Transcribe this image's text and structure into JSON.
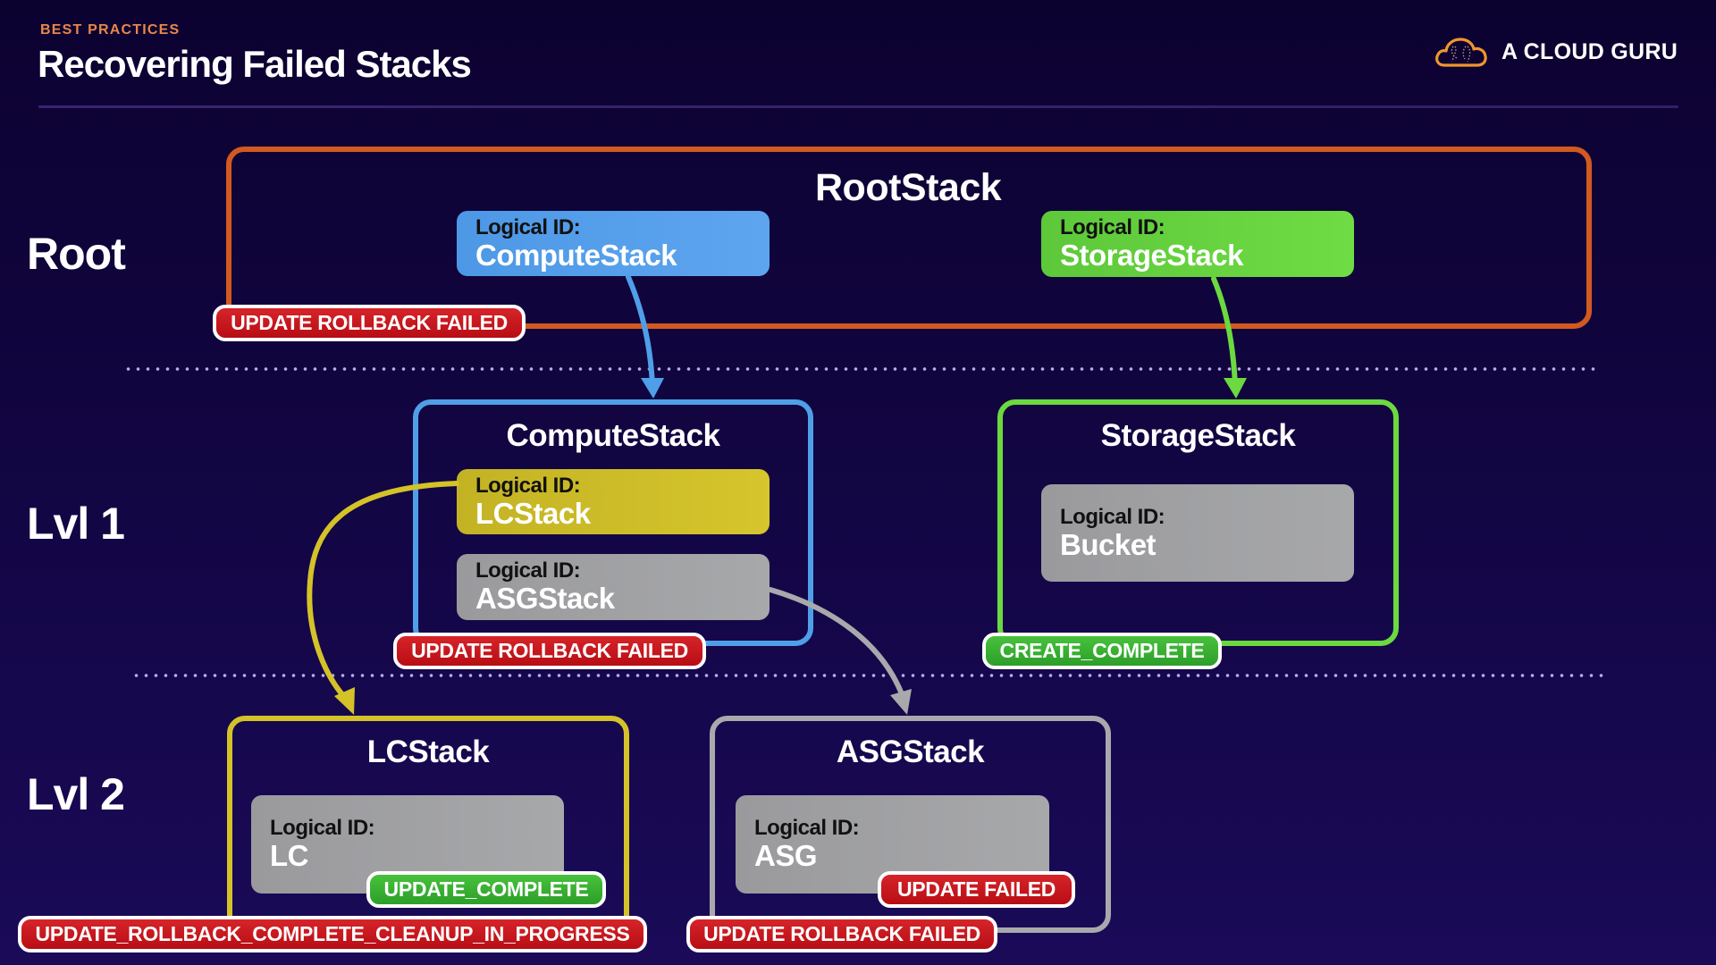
{
  "header": {
    "eyebrow": "BEST PRACTICES",
    "title": "Recovering Failed Stacks",
    "brand": "A CLOUD GURU",
    "brand_icon": "cloud-guru-logo-icon"
  },
  "levels": {
    "root": "Root",
    "lvl1": "Lvl 1",
    "lvl2": "Lvl 2"
  },
  "colors": {
    "root": "#d2591f",
    "compute": "#4f9fe8",
    "storage": "#6bd93f",
    "lc": "#d4c228",
    "asg": "#a9a9ad",
    "status_failed": "#c8141b",
    "status_complete": "#3bb334"
  },
  "logical_id_label": "Logical ID:",
  "stacks": {
    "root": {
      "title": "RootStack",
      "children": [
        {
          "logical_id": "ComputeStack"
        },
        {
          "logical_id": "StorageStack"
        }
      ],
      "status": "UPDATE ROLLBACK FAILED"
    },
    "compute": {
      "title": "ComputeStack",
      "children": [
        {
          "logical_id": "LCStack"
        },
        {
          "logical_id": "ASGStack"
        }
      ],
      "status": "UPDATE ROLLBACK FAILED"
    },
    "storage": {
      "title": "StorageStack",
      "children": [
        {
          "logical_id": "Bucket"
        }
      ],
      "status": "CREATE_COMPLETE"
    },
    "lcstack": {
      "title": "LCStack",
      "children": [
        {
          "logical_id": "LC",
          "status": "UPDATE_COMPLETE"
        }
      ],
      "status": "UPDATE_ROLLBACK_COMPLETE_CLEANUP_IN_PROGRESS"
    },
    "asgstack": {
      "title": "ASGStack",
      "children": [
        {
          "logical_id": "ASG",
          "status": "UPDATE FAILED"
        }
      ],
      "status": "UPDATE ROLLBACK FAILED"
    }
  }
}
